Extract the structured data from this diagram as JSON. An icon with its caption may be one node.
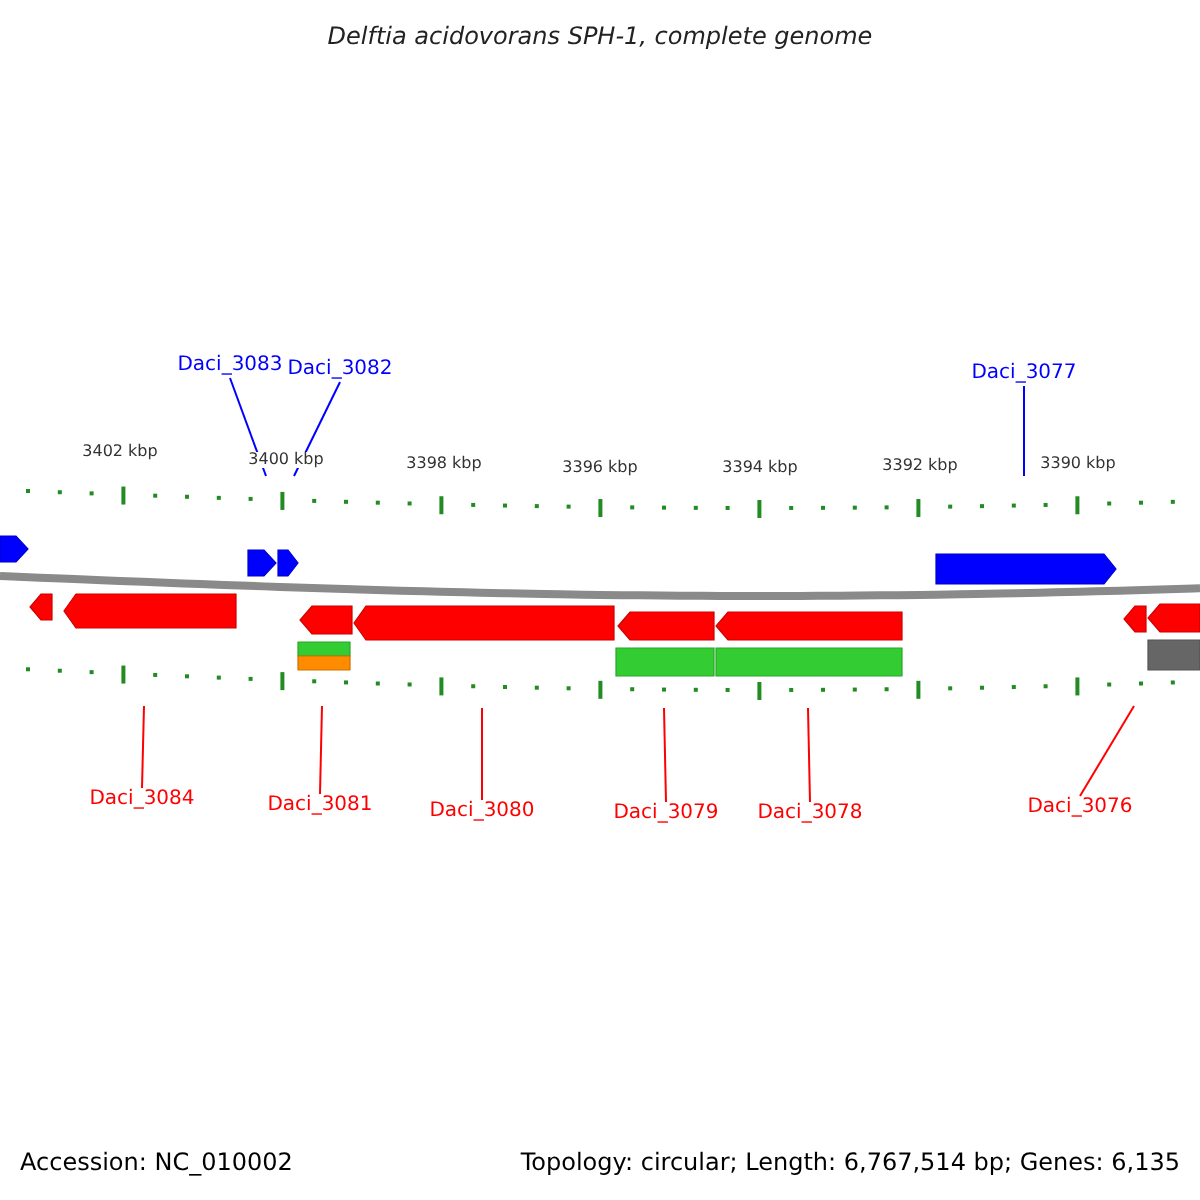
{
  "diagram": {
    "title": "Delftia acidovorans SPH-1, complete genome",
    "nodes": [
      {
        "text": [
          "Daci_3083"
        ]
      },
      {
        "text": [
          "Daci_3082"
        ]
      },
      {
        "text": [
          "Daci_3077"
        ]
      },
      {
        "text": [
          "Daci_3084"
        ]
      },
      {
        "text": [
          "Daci_3081"
        ]
      },
      {
        "text": [
          "Daci_3080"
        ]
      },
      {
        "text": [
          "Daci_3079"
        ]
      },
      {
        "text": [
          "Daci_3078"
        ]
      },
      {
        "text": [
          "Daci_3076"
        ]
      },
      {
        "text": [],
        "shape": "scale",
        "beside": [
          "3402 kbp",
          "3400 kbp",
          "3398 kbp",
          "3396 kbp",
          "3394 kbp",
          "3392 kbp",
          "3390 kbp"
        ]
      },
      {
        "text": [],
        "shape": "scale"
      }
    ],
    "edges": [
      {
        "from": 0,
        "to": 9,
        "arrow": "none",
        "color": "#0000ff"
      },
      {
        "from": 1,
        "to": 9,
        "arrow": "none",
        "color": "#0000ff"
      },
      {
        "from": 2,
        "to": 9,
        "arrow": "none",
        "color": "#0000ff"
      },
      {
        "from": 3,
        "to": 10,
        "arrow": "none"
      },
      {
        "from": 4,
        "to": 10,
        "arrow": "none"
      },
      {
        "from": 5,
        "to": 10,
        "arrow": "none"
      },
      {
        "from": 6,
        "to": 10,
        "arrow": "none"
      },
      {
        "from": 7,
        "to": 10,
        "arrow": "none"
      },
      {
        "from": 8,
        "to": 10,
        "arrow": "none"
      }
    ],
    "labels": [
      "Accession: NC_010002",
      "Topology: circular; Length: 6,767,514 bp; Genes: 6,135"
    ]
  }
}
